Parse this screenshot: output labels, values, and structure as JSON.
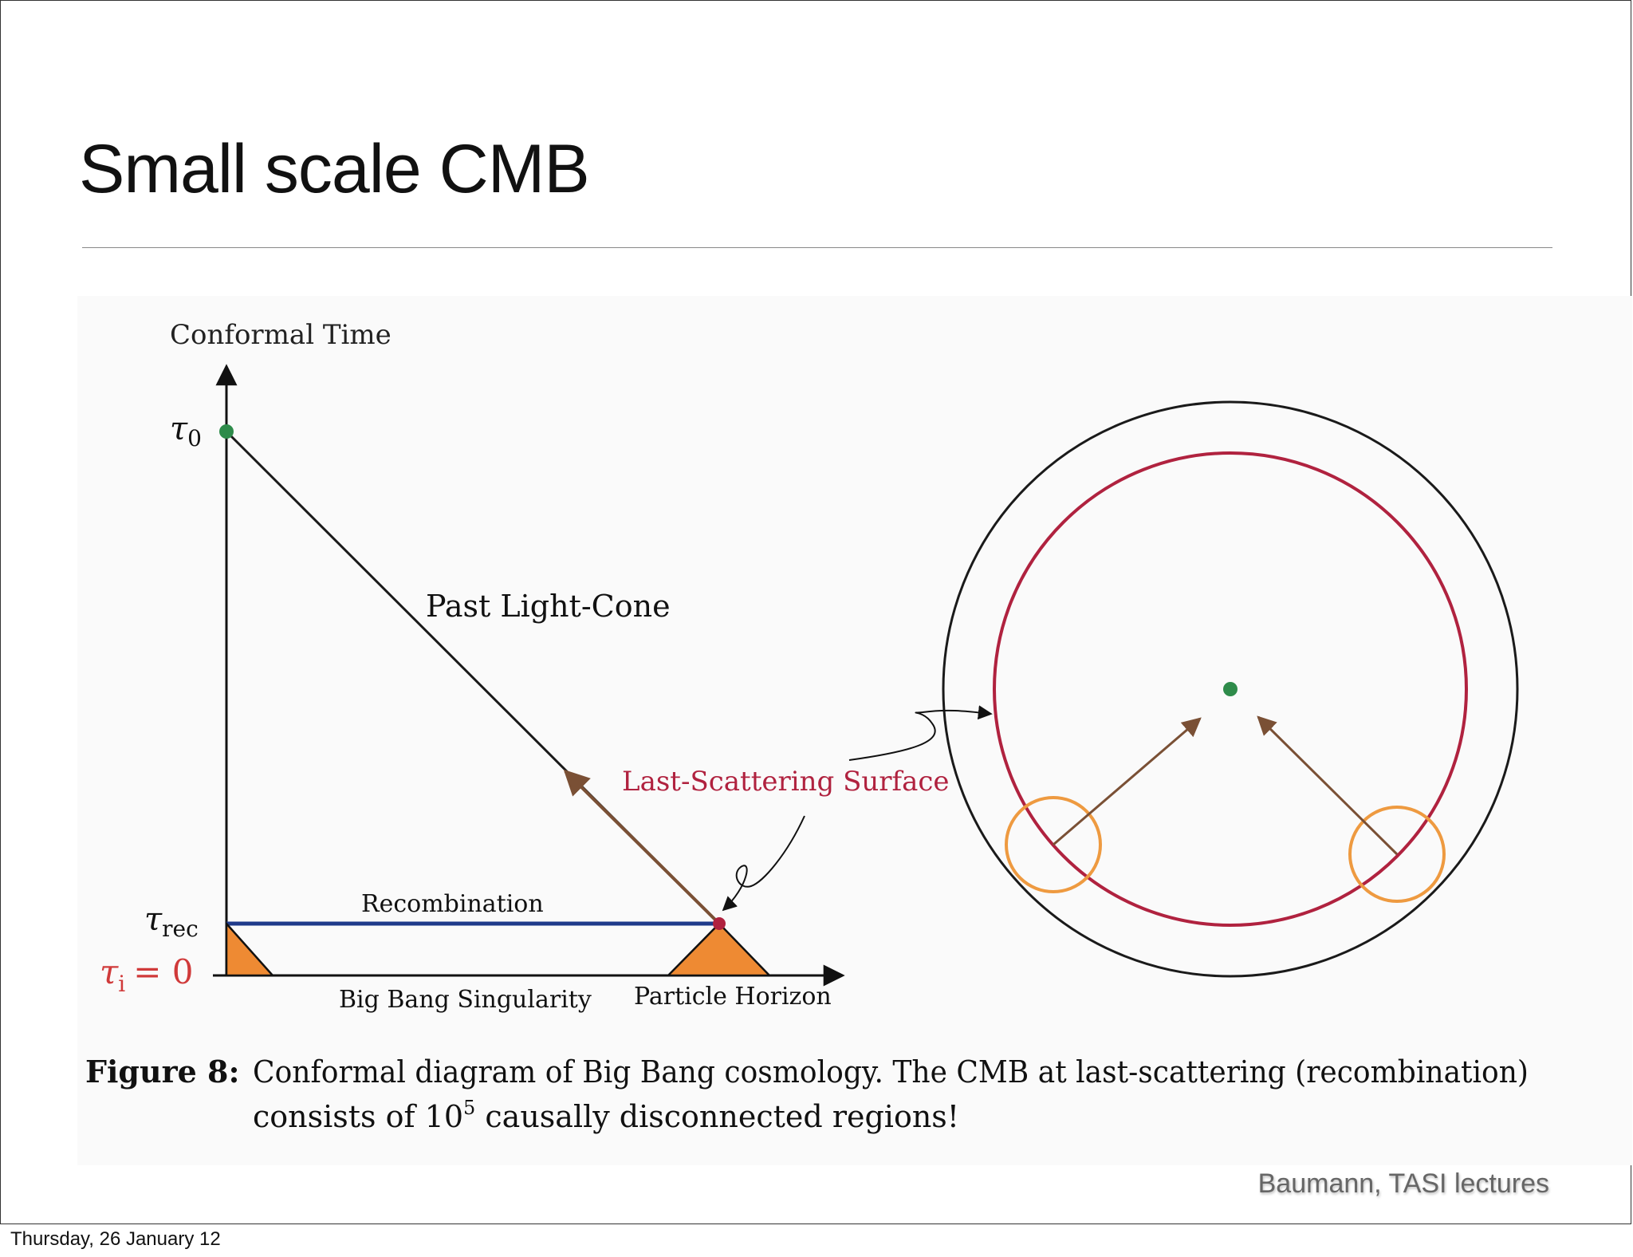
{
  "slide": {
    "title": "Small scale CMB",
    "credit": "Baumann, TASI lectures",
    "date": "Thursday, 26 January 12"
  },
  "diagram": {
    "y_axis_label": "Conformal Time",
    "tau0_label": "τ",
    "tau0_sub": "0",
    "tau_rec_label": "τ",
    "tau_rec_sub": "rec",
    "tau_i_label": "τ",
    "tau_i_sub": "i",
    "tau_i_eq": "= 0",
    "light_cone_label": "Past Light-Cone",
    "last_scattering_label": "Last-Scattering Surface",
    "recombination_label": "Recombination",
    "big_bang_label": "Big Bang Singularity",
    "particle_horizon_label": "Particle Horizon"
  },
  "caption": {
    "figure_label": "Figure 8:",
    "line1": "Conformal diagram of Big Bang cosmology.  The CMB at last-scattering (recombination)",
    "line2_prefix": "consists of 10",
    "line2_exponent": "5",
    "line2_suffix": " causally disconnected regions!"
  },
  "colors": {
    "observer_green": "#2e8b4a",
    "last_scattering_red": "#b0223f",
    "recombination_blue": "#1f3a8a",
    "horizon_orange": "#ee8a33",
    "arrow_brown": "#7a5035",
    "tau_i_red": "#d03a3a"
  }
}
